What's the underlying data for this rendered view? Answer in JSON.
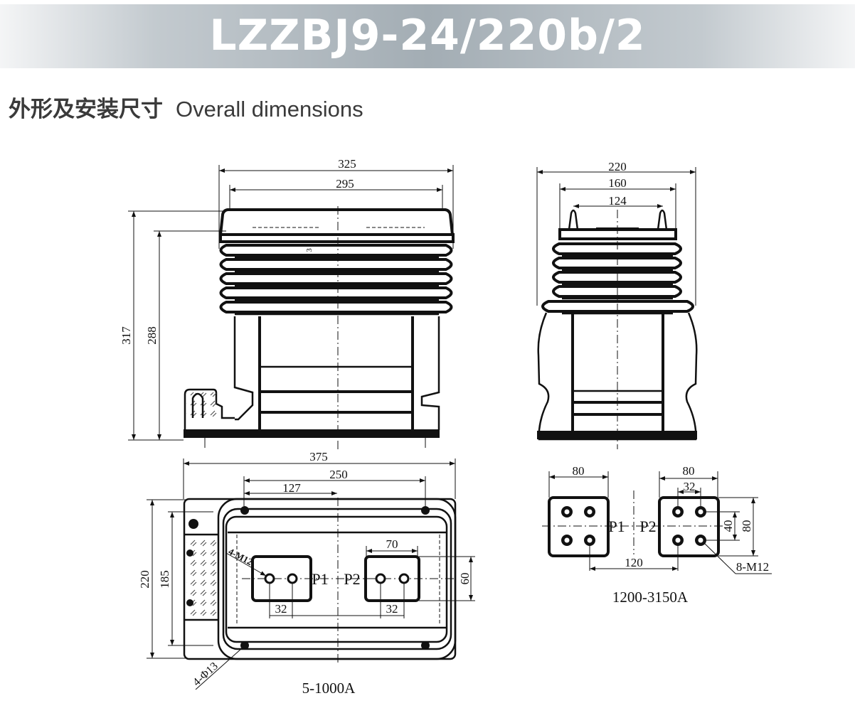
{
  "header": {
    "title": "LZZBJ9-24/220b/2"
  },
  "section": {
    "title_cn": "外形及安装尺寸",
    "title_en": "Overall dimensions"
  },
  "front_view": {
    "dims": {
      "overall_width": "325",
      "inner_width": "295",
      "overall_height": "317",
      "cap_height": "288",
      "cap_gap": "3"
    }
  },
  "side_view": {
    "dims": {
      "overall_width": "220",
      "plate_width": "160",
      "horn_spacing": "124"
    }
  },
  "plan_view_small": {
    "dims": {
      "base_length": "375",
      "mount_spacing": "250",
      "mount_to_center": "127",
      "base_width": "220",
      "mount_width": "185",
      "terminal_width": "70",
      "terminal_height": "60",
      "hole_spacing_p1": "32",
      "hole_spacing_p2": "32"
    },
    "labels": {
      "p1": "P1",
      "p2": "P2",
      "thread": "4-M12",
      "mount_holes": "4-Φ13"
    },
    "caption": "5-1000A"
  },
  "plan_view_large": {
    "dims": {
      "p1_width": "80",
      "p2_width": "80",
      "hole_spacing": "32",
      "terminal_spacing": "120",
      "hole_vertical": "40",
      "terminal_height": "80"
    },
    "labels": {
      "p1": "P1",
      "p2": "P2",
      "thread": "8-M12"
    },
    "caption": "1200-3150A"
  }
}
